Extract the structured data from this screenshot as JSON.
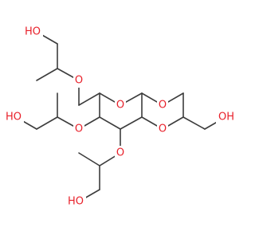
{
  "molecule": {
    "atoms": {
      "ho_top": "HO",
      "o_ch2_ether": "O",
      "o_ring": "O",
      "o_methoxy": "O",
      "ho_left": "HO",
      "o_c4_ether": "O",
      "o_c2_ether": "O",
      "oh_right": "OH",
      "o_c3_ether": "O",
      "ho_bottom": "HO"
    },
    "colors": {
      "bond": "#3c3c3c",
      "heteroatom": "#e8202a"
    }
  }
}
